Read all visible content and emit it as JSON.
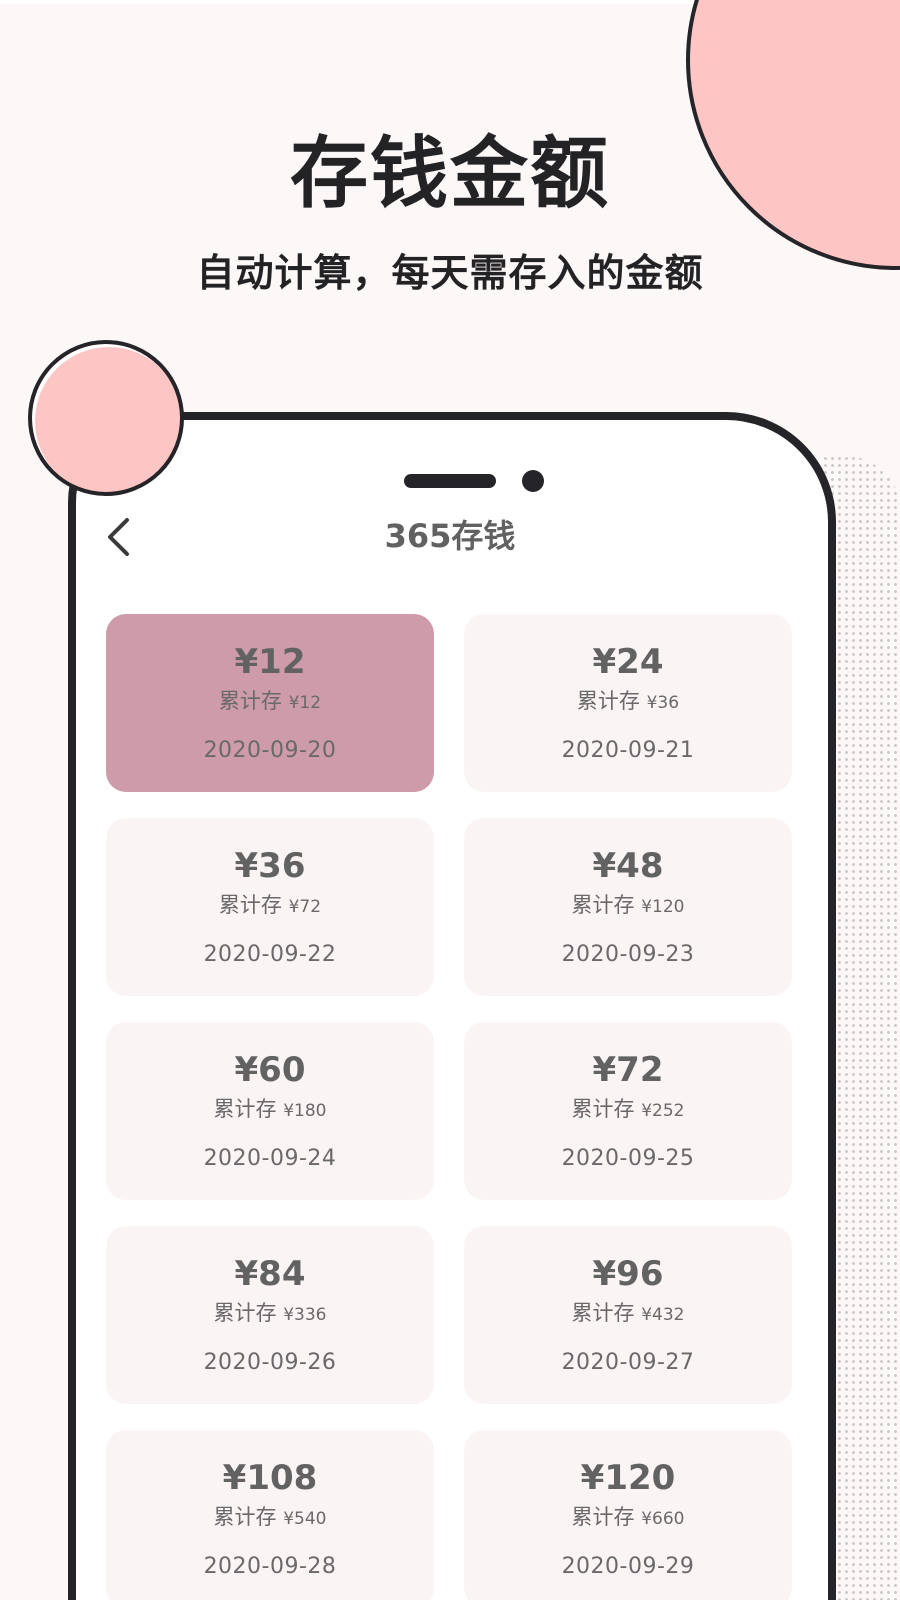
{
  "promo": {
    "headline": "存钱金额",
    "subheadline": "自动计算，每天需存入的金额"
  },
  "screen": {
    "title": "365存钱",
    "back_icon": "chevron-left-icon"
  },
  "colors": {
    "accent_pink": "#fec5c5",
    "active_card": "#cd9ba9",
    "card_bg": "#fbf4f5",
    "outline": "#252428",
    "text": "#636263"
  },
  "cumulative_label": "累计存",
  "currency": "¥",
  "cards": [
    {
      "amount": "¥12",
      "cumulative": "¥12",
      "date": "2020-09-20",
      "active": true
    },
    {
      "amount": "¥24",
      "cumulative": "¥36",
      "date": "2020-09-21",
      "active": false
    },
    {
      "amount": "¥36",
      "cumulative": "¥72",
      "date": "2020-09-22",
      "active": false
    },
    {
      "amount": "¥48",
      "cumulative": "¥120",
      "date": "2020-09-23",
      "active": false
    },
    {
      "amount": "¥60",
      "cumulative": "¥180",
      "date": "2020-09-24",
      "active": false
    },
    {
      "amount": "¥72",
      "cumulative": "¥252",
      "date": "2020-09-25",
      "active": false
    },
    {
      "amount": "¥84",
      "cumulative": "¥336",
      "date": "2020-09-26",
      "active": false
    },
    {
      "amount": "¥96",
      "cumulative": "¥432",
      "date": "2020-09-27",
      "active": false
    },
    {
      "amount": "¥108",
      "cumulative": "¥540",
      "date": "2020-09-28",
      "active": false
    },
    {
      "amount": "¥120",
      "cumulative": "¥660",
      "date": "2020-09-29",
      "active": false
    }
  ]
}
